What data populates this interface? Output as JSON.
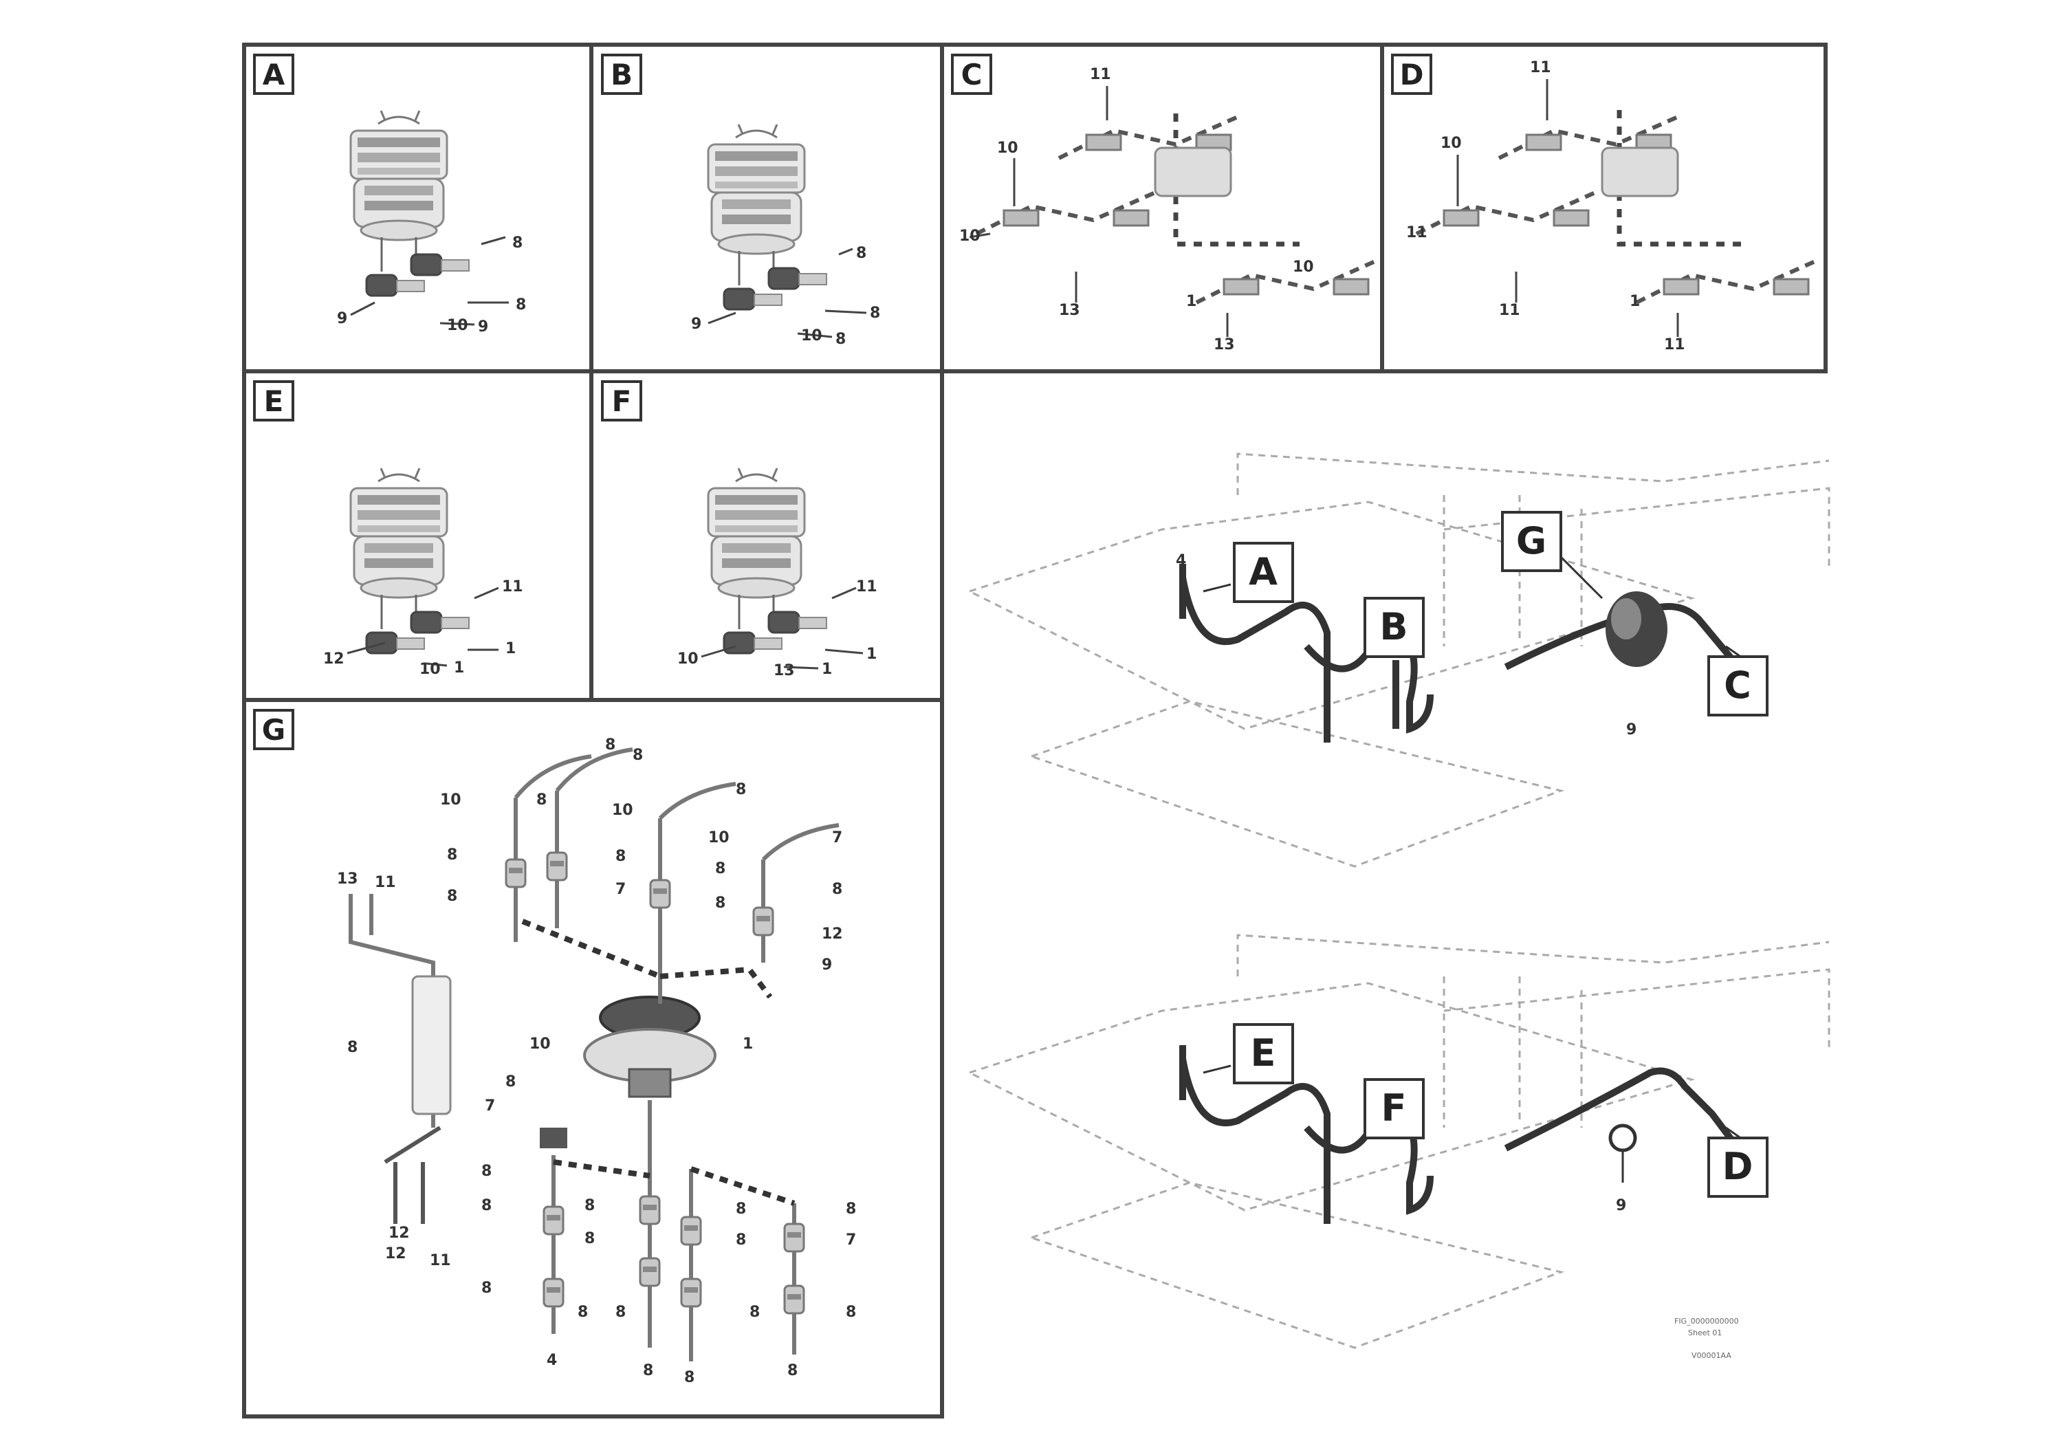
{
  "panels": {
    "A": {
      "label": "A",
      "callouts": [
        "8",
        "9",
        "10",
        "9",
        "8"
      ]
    },
    "B": {
      "label": "B",
      "callouts": [
        "8",
        "9",
        "10",
        "8",
        "8"
      ]
    },
    "C": {
      "label": "C",
      "callouts": [
        "11",
        "10",
        "13",
        "13",
        "10",
        "10",
        "1"
      ]
    },
    "D": {
      "label": "D",
      "callouts": [
        "11",
        "10",
        "11",
        "11",
        "1",
        "11"
      ]
    },
    "E": {
      "label": "E",
      "callouts": [
        "11",
        "12",
        "1",
        "10",
        "1"
      ]
    },
    "F": {
      "label": "F",
      "callouts": [
        "11",
        "10",
        "1",
        "13",
        "1"
      ]
    },
    "G": {
      "label": "G",
      "callouts": [
        "8",
        "8",
        "10",
        "8",
        "10",
        "8",
        "7",
        "8",
        "10",
        "8",
        "13",
        "8",
        "8",
        "7",
        "8",
        "8",
        "12",
        "11",
        "9",
        "8",
        "1",
        "10",
        "8",
        "7",
        "12",
        "8",
        "8",
        "8",
        "8",
        "8",
        "8",
        "8",
        "7",
        "12",
        "11",
        "8",
        "8",
        "8",
        "8",
        "8",
        "4",
        "8",
        "8",
        "8"
      ]
    }
  },
  "overview": {
    "top": {
      "labels": [
        "A",
        "B",
        "G",
        "C"
      ],
      "numbers": [
        "4",
        "9"
      ]
    },
    "bottom": {
      "labels": [
        "E",
        "F",
        "D"
      ],
      "numbers": [
        "9"
      ]
    }
  },
  "reference": {
    "line1": "FIG_0000000000",
    "line2": "Sheet 01",
    "code": "V00001AA"
  }
}
